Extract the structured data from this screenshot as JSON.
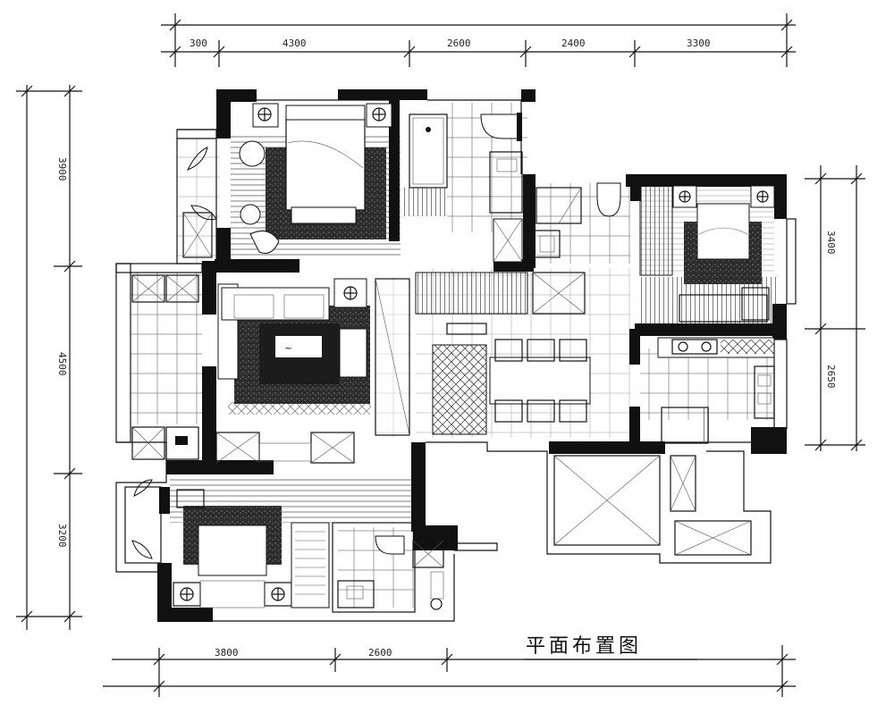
{
  "title": "平面布置图",
  "dimensions": {
    "top": [
      "300",
      "4300",
      "2600",
      "2400",
      "3300"
    ],
    "left": [
      "3900",
      "4500",
      "3200"
    ],
    "right": [
      "3400",
      "2650"
    ],
    "bottom": [
      "3800",
      "2600"
    ]
  },
  "icons": {
    "lamp": "crosshair-light-icon",
    "plant": "plant-icon",
    "cabinet": "cross-cabinet-icon"
  },
  "colors": {
    "ink": "#111111",
    "paper": "#ffffff",
    "hatch": "#3a3a3a"
  }
}
